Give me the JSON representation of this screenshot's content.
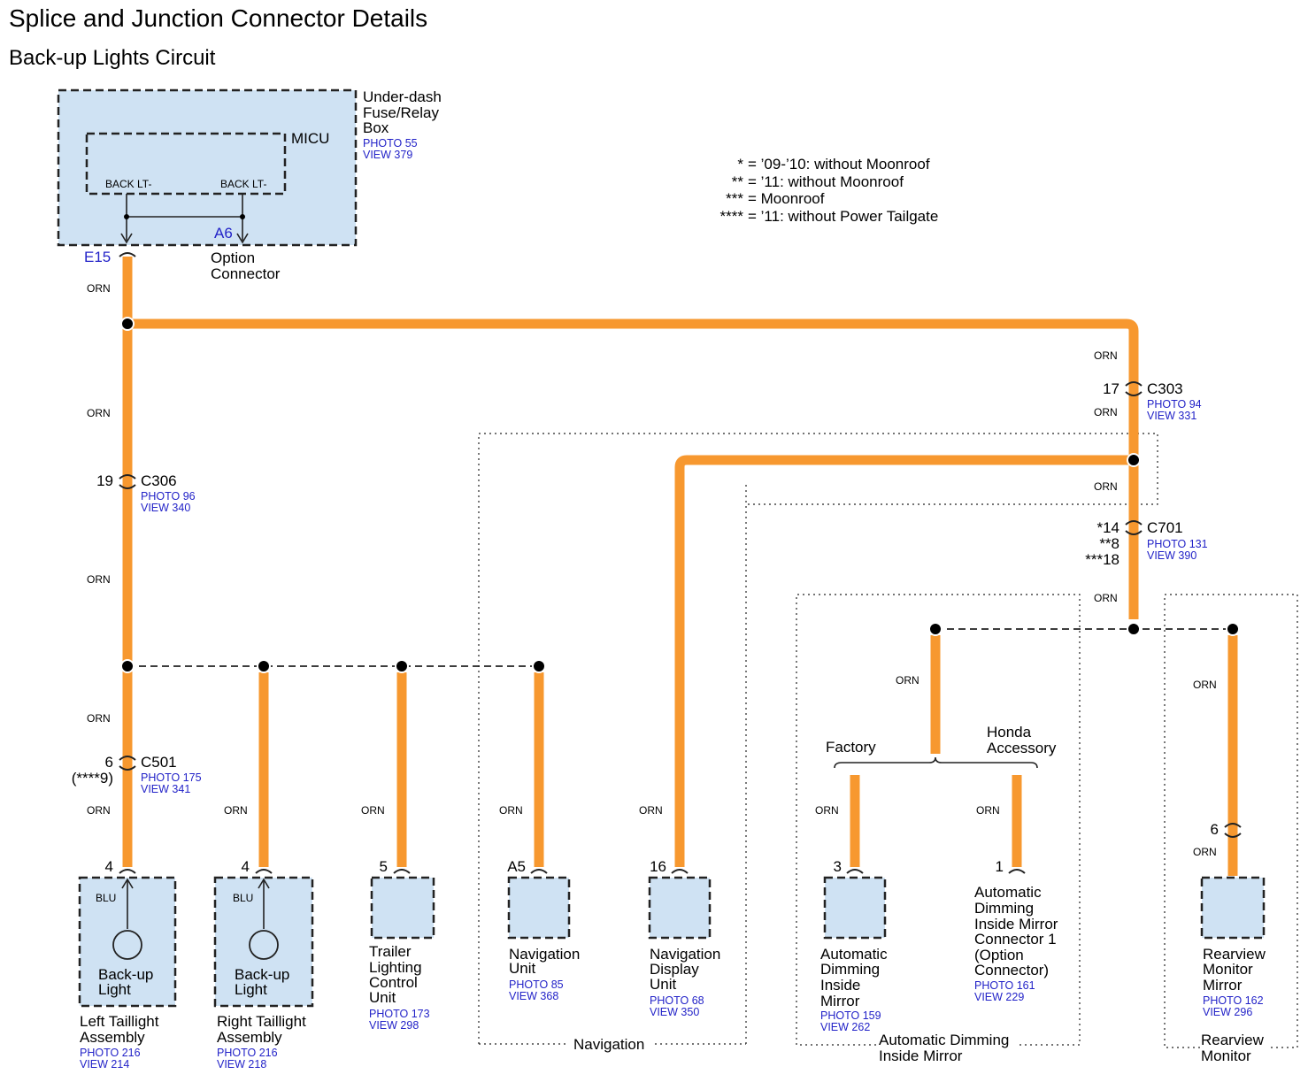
{
  "title": "Splice and Junction Connector Details",
  "subtitle": "Back-up Lights Circuit",
  "fuse_box": {
    "name_lines": [
      "Under-dash",
      "Fuse/Relay",
      "Box"
    ],
    "photo": "PHOTO 55",
    "view": "VIEW 379",
    "micu": "MICU",
    "pin_left": "BACK LT-",
    "pin_right": "BACK LT-",
    "terminal_e": "E15",
    "terminal_a": "A6",
    "option_lines": [
      "Option",
      "Connector"
    ]
  },
  "notes": {
    "marks": [
      "*",
      "**",
      "***",
      "****"
    ],
    "texts": [
      "= ’09-’10: without Moonroof",
      "= ’11: without Moonroof",
      "= Moonroof",
      "= ’11: without Power Tailgate"
    ]
  },
  "wire_color": "ORN",
  "wire_hex": "#f7982f",
  "component_fill": "#cfe2f3",
  "connectors": {
    "c306": {
      "name": "C306",
      "pin": "19",
      "photo": "PHOTO 96",
      "view": "VIEW 340"
    },
    "c303": {
      "name": "C303",
      "pin": "17",
      "photo": "PHOTO 94",
      "view": "VIEW 331"
    },
    "c701": {
      "name": "C701",
      "pins": [
        "*14",
        "**8",
        "***18"
      ],
      "photo": "PHOTO 131",
      "view": "VIEW 390"
    },
    "c501": {
      "name": "C501",
      "pin": "6",
      "pin_alt": "(****9)",
      "photo": "PHOTO 175",
      "view": "VIEW 341"
    }
  },
  "components": {
    "left_taillight": {
      "pin": "4",
      "wire": "BLU",
      "inner_lines": [
        "Back-up",
        "Light"
      ],
      "name_lines": [
        "Left Taillight",
        "Assembly"
      ],
      "photo": "PHOTO 216",
      "view": "VIEW 214"
    },
    "right_taillight": {
      "pin": "4",
      "wire": "BLU",
      "inner_lines": [
        "Back-up",
        "Light"
      ],
      "name_lines": [
        "Right Taillight",
        "Assembly"
      ],
      "photo": "PHOTO 216",
      "view": "VIEW 218"
    },
    "trailer": {
      "pin": "5",
      "name_lines": [
        "Trailer",
        "Lighting",
        "Control",
        "Unit"
      ],
      "photo": "PHOTO 173",
      "view": "VIEW 298"
    },
    "nav_unit": {
      "pin": "A5",
      "name_lines": [
        "Navigation",
        "Unit"
      ],
      "photo": "PHOTO 85",
      "view": "VIEW 368"
    },
    "nav_display": {
      "pin": "16",
      "name_lines": [
        "Navigation",
        "Display",
        "Unit"
      ],
      "photo": "PHOTO 68",
      "view": "VIEW 350"
    },
    "mirror_factory": {
      "pin": "3",
      "name_lines": [
        "Automatic",
        "Dimming",
        "Inside",
        "Mirror"
      ],
      "photo": "PHOTO 159",
      "view": "VIEW 262"
    },
    "mirror_accessory": {
      "pin": "1",
      "name_lines": [
        "Automatic",
        "Dimming",
        "Inside Mirror",
        "Connector 1",
        "(Option",
        "Connector)"
      ],
      "photo": "PHOTO 161",
      "view": "VIEW 229"
    },
    "rearview": {
      "pin": "6",
      "name_lines": [
        "Rearview",
        "Monitor",
        "Mirror"
      ],
      "photo": "PHOTO 162",
      "view": "VIEW 296"
    }
  },
  "branch_labels": {
    "factory": "Factory",
    "honda_lines": [
      "Honda",
      "Accessory"
    ]
  },
  "groups": {
    "navigation": "Navigation",
    "mirror_lines": [
      "Automatic Dimming",
      "Inside Mirror"
    ],
    "rearview_lines": [
      "Rearview",
      "Monitor"
    ]
  }
}
